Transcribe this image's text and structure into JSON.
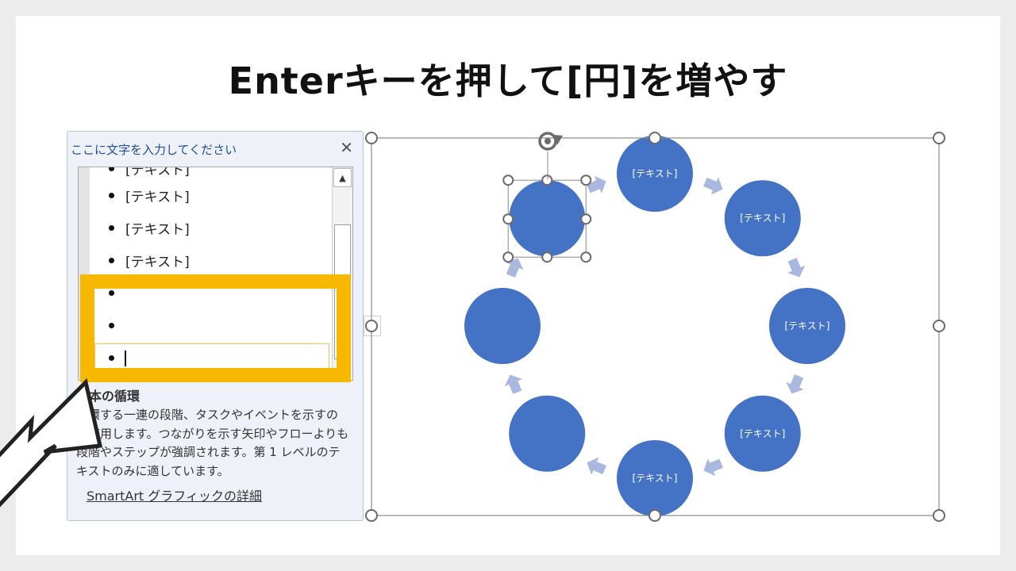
{
  "title": "Enterキーを押して[円]を増やす",
  "text_pane": {
    "title": "ここに文字を入力してください",
    "close_icon": "close-icon",
    "items": [
      {
        "text": "[テキスト]"
      },
      {
        "text": "[テキスト]"
      },
      {
        "text": "[テキスト]"
      },
      {
        "text": ""
      },
      {
        "text": ""
      },
      {
        "text": ""
      }
    ],
    "description_title": "基本の循環",
    "description": "循環する一連の段階、タスクやイベントを示すのに使用します。つながりを示す矢印やフローよりも段階やステップが強調されます。第 1 レベルのテキストのみに適しています。",
    "link": "SmartArt グラフィックの詳細",
    "toggle_icon": "chevron-right-icon"
  },
  "diagram": {
    "circle_color": "#4472c4",
    "arrow_color": "#a9b8de",
    "highlight_color": "#f6b800",
    "circles": [
      {
        "label": "[テキスト]"
      },
      {
        "label": "[テキスト]"
      },
      {
        "label": "[テキスト]"
      },
      {
        "label": "[テキスト]"
      },
      {
        "label": "[テキスト]"
      },
      {
        "label": ""
      },
      {
        "label": ""
      },
      {
        "label": ""
      }
    ],
    "rotate_icon": "rotate-handle-icon"
  }
}
